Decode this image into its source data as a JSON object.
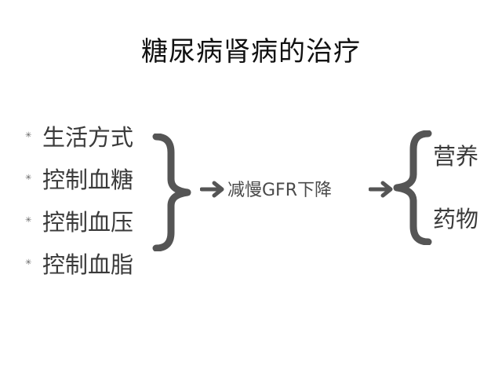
{
  "title": "糖尿病肾病的治疗",
  "left_items": [
    "生活方式",
    "控制血糖",
    "控制血压",
    "控制血脂"
  ],
  "middle_text": "减慢GFR下降",
  "right_items": [
    "营养",
    "药物"
  ],
  "icons": {
    "bullet": "asterisk-bullet-icon",
    "arrow": "right-arrow-icon",
    "brace_close": "right-curly-brace-icon",
    "brace_open": "left-curly-brace-icon"
  },
  "colors": {
    "title": "#111111",
    "text": "#3a3a3a",
    "brace": "#555555"
  }
}
